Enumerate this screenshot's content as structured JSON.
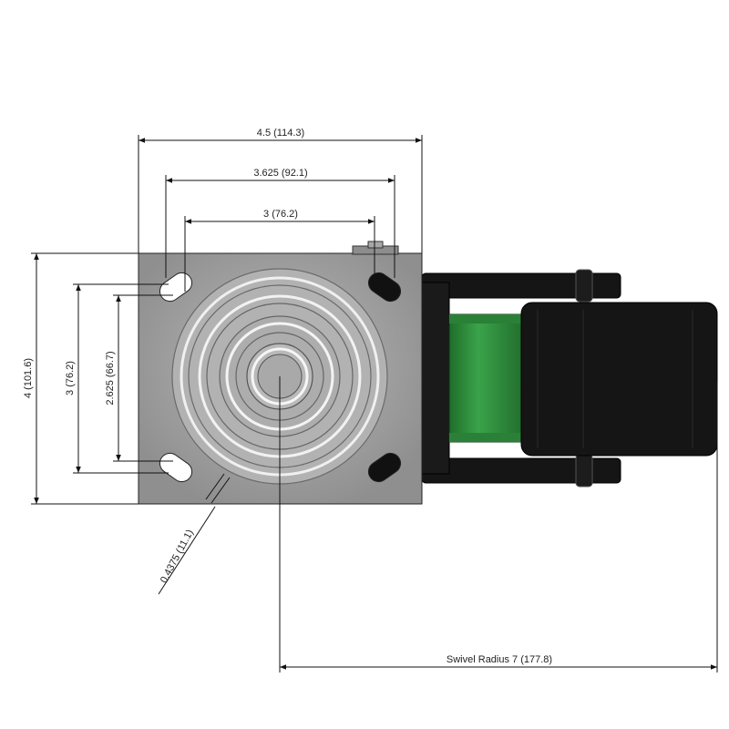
{
  "dimensions": {
    "plate_width": "4.5 (114.3)",
    "bolt_outer_width": "3.625 (92.1)",
    "bolt_inner_width": "3 (76.2)",
    "plate_height": "4 (101.6)",
    "bolt_outer_height": "3 (76.2)",
    "bolt_inner_height": "2.625 (66.7)",
    "slot_width": "0.4375 (11.1)",
    "swivel_radius": "Swivel Radius 7 (177.8)"
  },
  "colors": {
    "plate": "#9b9b9b",
    "wheel": "#151515",
    "hub": "#2e8b3a",
    "outline": "#111111"
  }
}
